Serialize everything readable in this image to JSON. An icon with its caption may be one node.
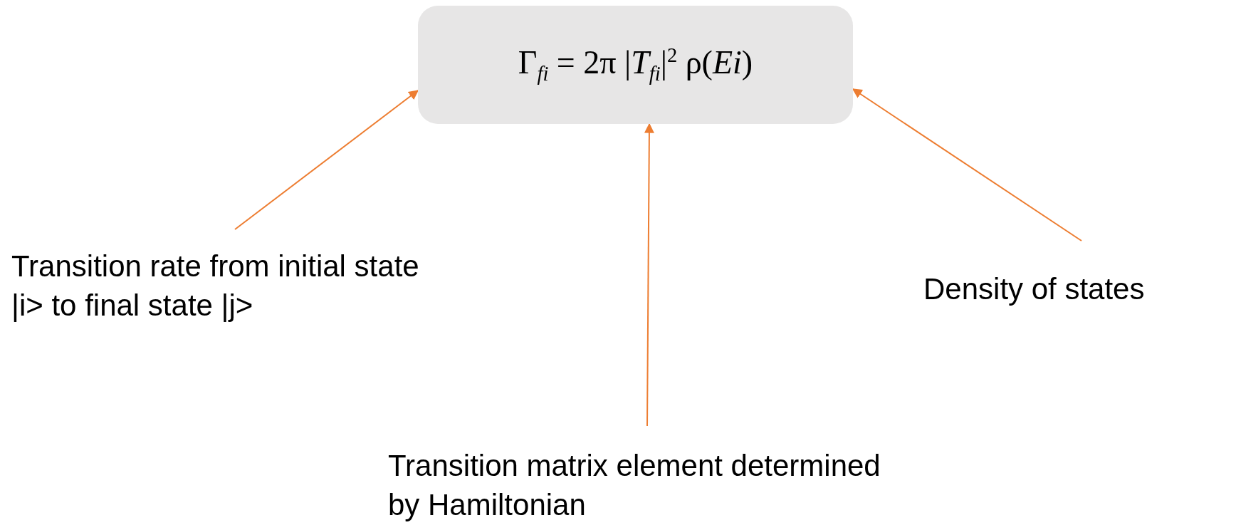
{
  "diagram": {
    "nodes": [
      {
        "text": [
          "Γ$_{fi}$ = 2π |*T*$_{fi}$|$^{2}$ ρ(*Ei*)"
        ]
      },
      {
        "text": [
          "Transition rate from initial state |i> to final state |j>"
        ]
      },
      {
        "text": [
          "Transition matrix element determined by Hamiltonian"
        ]
      },
      {
        "text": [
          "Density of states"
        ]
      }
    ],
    "edges": [
      {
        "from": 1,
        "to": 0,
        "arrow": "to"
      },
      {
        "from": 2,
        "to": 0,
        "arrow": "to"
      },
      {
        "from": 3,
        "to": 0,
        "arrow": "to"
      }
    ]
  }
}
